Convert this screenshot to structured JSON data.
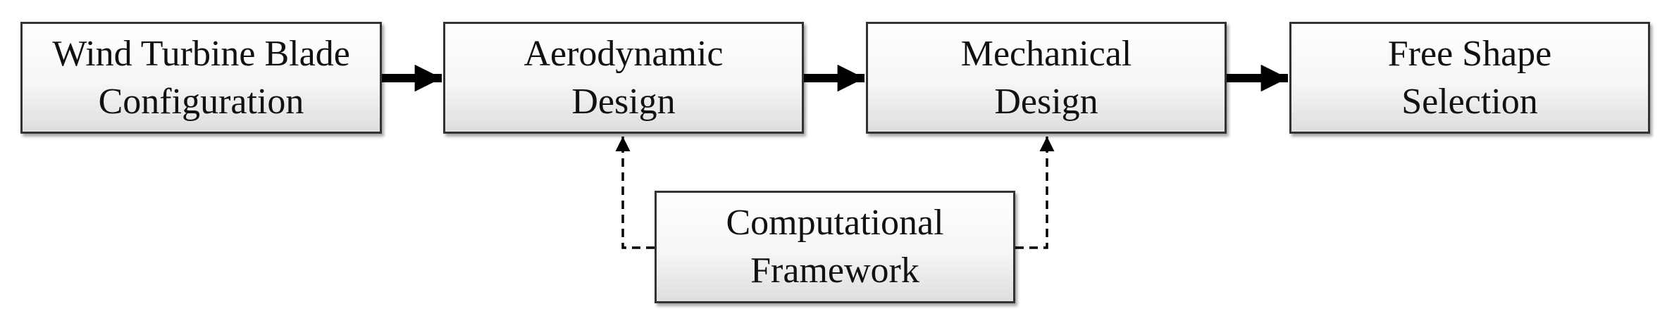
{
  "diagram": {
    "boxes": [
      {
        "id": "wind",
        "lines": [
          "Wind Turbine Blade",
          "Configuration"
        ]
      },
      {
        "id": "aero",
        "lines": [
          "Aerodynamic",
          "Design"
        ]
      },
      {
        "id": "mech",
        "lines": [
          "Mechanical",
          "Design"
        ]
      },
      {
        "id": "free",
        "lines": [
          "Free Shape",
          "Selection"
        ]
      },
      {
        "id": "comp",
        "lines": [
          "Computational",
          "Framework"
        ]
      }
    ],
    "solid_arrows": [
      {
        "from": "wind",
        "to": "aero"
      },
      {
        "from": "aero",
        "to": "mech"
      },
      {
        "from": "mech",
        "to": "free"
      }
    ],
    "dashed_arrows": [
      {
        "from": "comp",
        "to": "aero"
      },
      {
        "from": "comp",
        "to": "mech"
      }
    ],
    "colors": {
      "stroke": "#333333",
      "arrow": "#000000",
      "text": "#111111"
    }
  }
}
